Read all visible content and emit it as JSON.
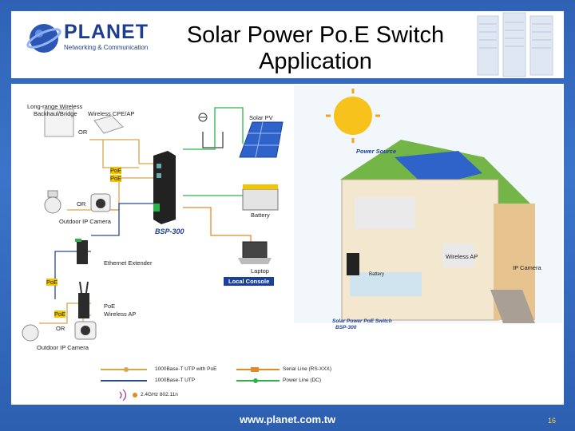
{
  "header": {
    "logo": {
      "name": "PLANET",
      "tagline": "Networking & Communication"
    },
    "title_line1": "Solar Power Po.E Switch",
    "title_line2": "Application"
  },
  "diagram": {
    "left_labels": {
      "long_range": "Long-range Wireless",
      "backhaul": "Backhaul/Bridge",
      "cpe": "Wireless CPE/AP",
      "or1": "OR",
      "poe1": "PoE",
      "poe2": "PoE",
      "or2": "OR",
      "outdoor_cam1": "Outdoor IP Camera",
      "solar_pv": "Solar PV",
      "battery": "Battery",
      "bsp": "BSP-300",
      "ethernet_ext": "Ethernet Extender",
      "laptop": "Laptop",
      "local_console": "Local Console",
      "poe3": "PoE",
      "poe_ap_1": "PoE",
      "poe_ap_2": "Wireless AP",
      "poe4": "PoE",
      "or3": "OR",
      "outdoor_cam2": "Outdoor IP Camera"
    },
    "house_labels": {
      "power_source": "Power Source",
      "wireless_ap": "Wireless AP",
      "ip_camera": "IP Camera",
      "switch_1": "Solar Power PoE Switch",
      "switch_2": "BSP-300",
      "battery": "Battery"
    },
    "legend": {
      "utp_poe": "1000Base-T UTP with PoE",
      "utp": "1000Base-T UTP",
      "wifi": "2.4GHz 802.11n",
      "serial": "Serial Line (RS-XXX)",
      "power": "Power Line (DC)",
      "colors": {
        "poe": "#d6a64a",
        "utp": "#2a4a8c",
        "serial": "#e08a2a",
        "power": "#2bb34a",
        "ground": "#444444"
      }
    }
  },
  "footer": {
    "url": "www.planet.com.tw",
    "page": "16"
  }
}
